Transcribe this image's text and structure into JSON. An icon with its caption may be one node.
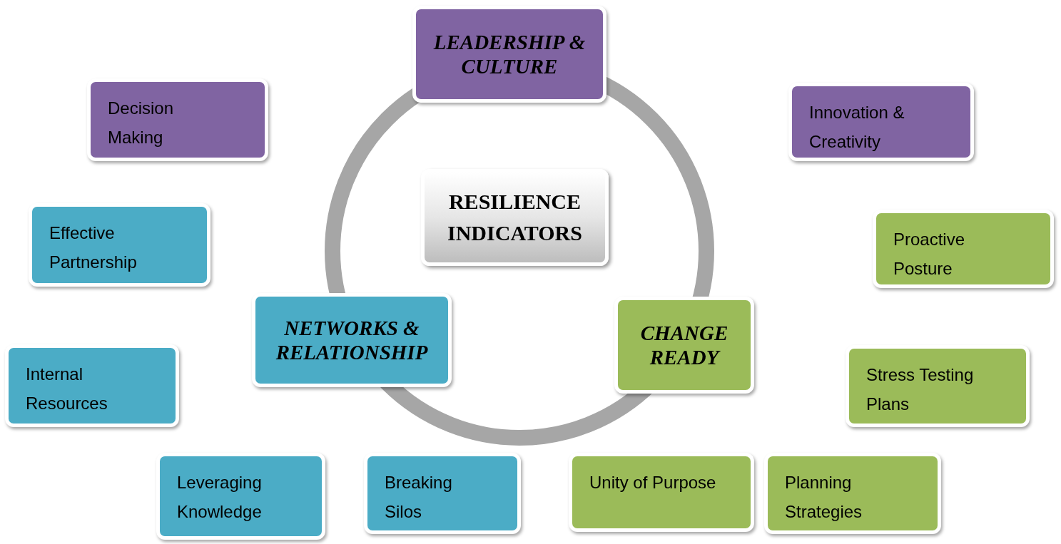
{
  "diagram": {
    "nodes": [
      {
        "text": [
          "RESILIENCE INDICATORS"
        ]
      },
      {
        "text": [
          "LEADERSHIP & CULTURE"
        ]
      },
      {
        "text": [
          "NETWORKS & RELATIONSHIP"
        ]
      },
      {
        "text": [
          "CHANGE READY"
        ]
      },
      {
        "text": [
          "Decision Making"
        ]
      },
      {
        "text": [
          "Innovation & Creativity"
        ]
      },
      {
        "text": [
          "Effective Partnership"
        ]
      },
      {
        "text": [
          "Proactive Posture"
        ]
      },
      {
        "text": [
          "Internal Resources"
        ]
      },
      {
        "text": [
          "Stress Testing Plans"
        ]
      },
      {
        "text": [
          "Leveraging Knowledge"
        ]
      },
      {
        "text": [
          "Breaking Silos"
        ]
      },
      {
        "text": [
          "Unity of Purpose"
        ]
      },
      {
        "text": [
          "Planning Strategies"
        ]
      }
    ]
  }
}
